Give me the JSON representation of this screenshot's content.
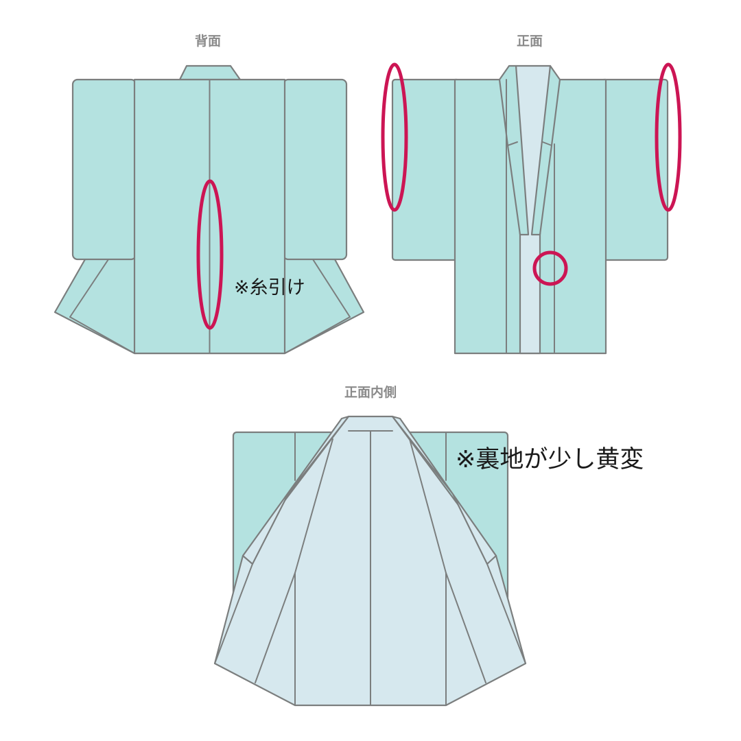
{
  "colors": {
    "outer": "#b4e2e0",
    "inner": "#d6e8ee",
    "stroke": "#7b7e7e",
    "mark": "#cc1554",
    "label": "#8a8a8a",
    "note_text": "#1a1a1a"
  },
  "views": {
    "back": {
      "label": "背面",
      "note": "※糸引け"
    },
    "front": {
      "label": "正面"
    },
    "inside": {
      "label": "正面内側",
      "note": "※裏地が少し黄変"
    }
  }
}
